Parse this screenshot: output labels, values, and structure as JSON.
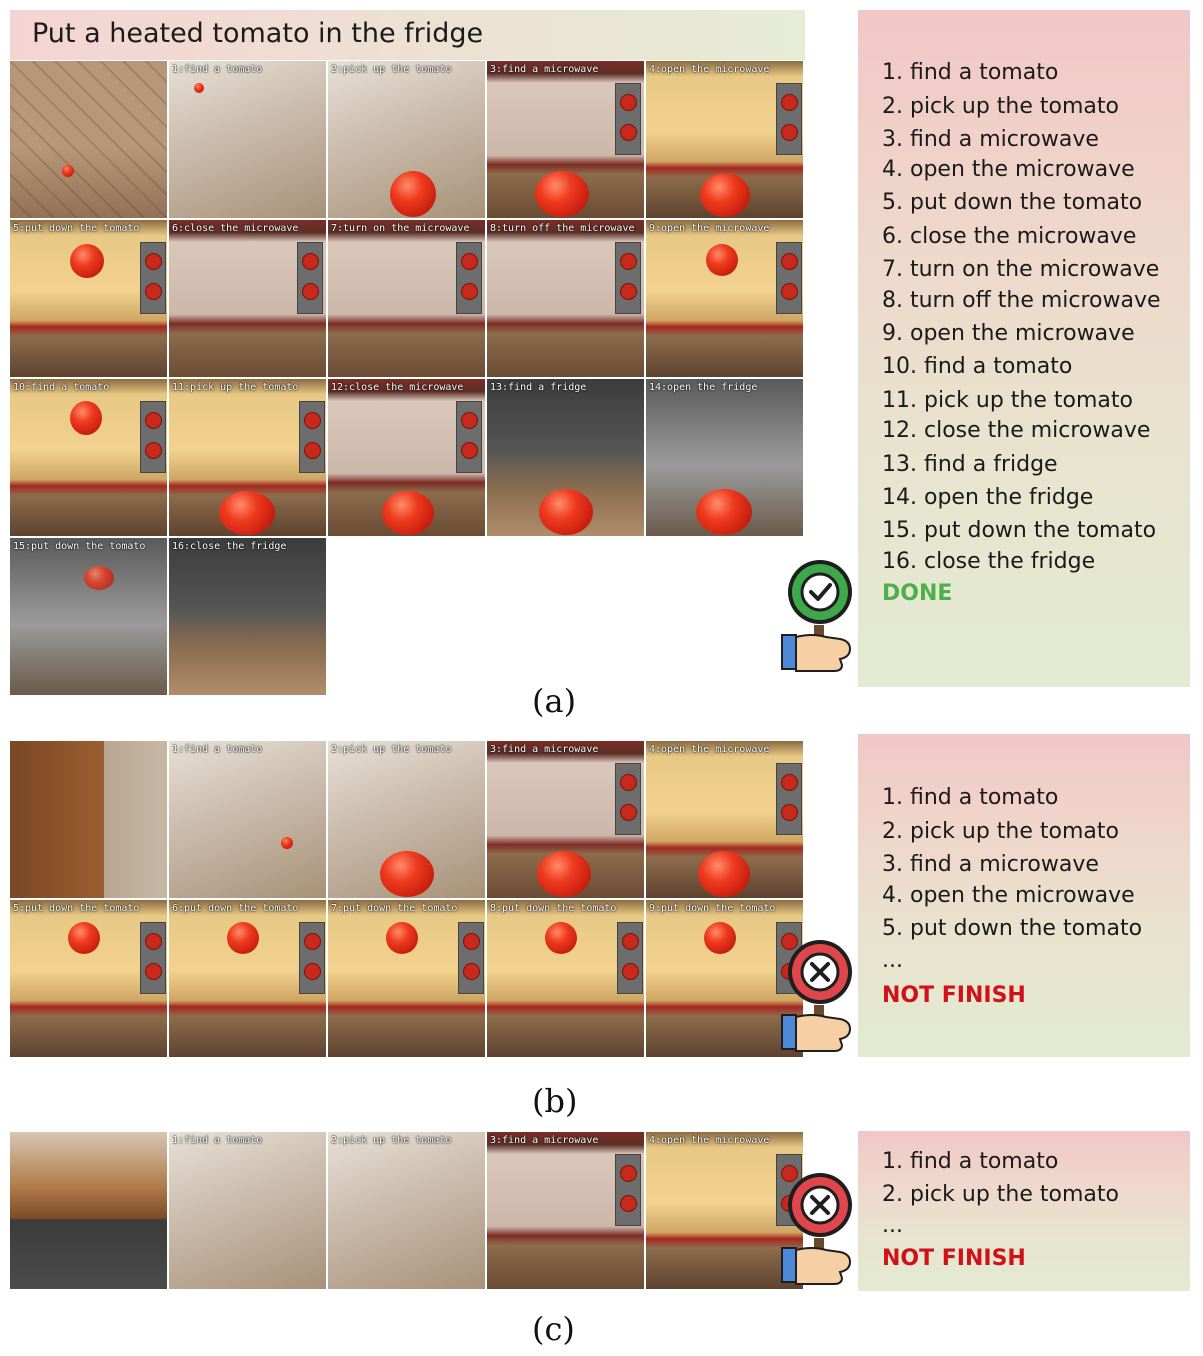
{
  "task_title": "Put a heated tomato in the fridge",
  "panels": [
    {
      "caption": "(a)",
      "frames": [
        "",
        "1:find a tomato",
        "2:pick up the tomato",
        "3:find a microwave",
        "4:open the microwave",
        "5:put down the tomato",
        "6:close the microwave",
        "7:turn on the microwave",
        "8:turn off the microwave",
        "9:open the microwave",
        "10:find a tomato",
        "11:pick up the tomato",
        "12:close the microwave",
        "13:find a fridge",
        "14:open the fridge",
        "15:put down the tomato",
        "16:close the fridge"
      ],
      "steps": [
        "1. find a tomato",
        "2. pick up the tomato",
        "3. find a microwave",
        "4. open the microwave",
        "5. put down the tomato",
        "6. close the microwave",
        "7. turn on the microwave",
        "8. turn off the microwave",
        "9. open the microwave",
        "10. find a tomato",
        "11. pick up the tomato",
        "12. close the microwave",
        "13. find a fridge",
        "14. open the fridge",
        "15. put down the tomato",
        "16. close the fridge"
      ],
      "status": "DONE",
      "badge": "check-icon"
    },
    {
      "caption": "(b)",
      "frames": [
        "",
        "1:find a tomato",
        "2:pick up the tomato",
        "3:find a microwave",
        "4:open the microwave",
        "5:put down the tomato",
        "6:put down the tomato",
        "7:put down the tomato",
        "8:put down the tomato",
        "9:put down the tomato"
      ],
      "steps": [
        "1. find a tomato",
        "2. pick up the tomato",
        "3. find a microwave",
        "4. open the microwave",
        "5. put down the tomato",
        "..."
      ],
      "status": "NOT FINISH",
      "badge": "cross-icon"
    },
    {
      "caption": "(c)",
      "frames": [
        "",
        "1:find a tomato",
        "2:pick up the tomato",
        "3:find a microwave",
        "4:open the microwave"
      ],
      "steps": [
        "1. find a tomato",
        "2. pick up the tomato",
        "..."
      ],
      "status": "NOT FINISH",
      "badge": "cross-icon"
    }
  ],
  "colors": {
    "done": "#4fae4c",
    "fail": "#d0111a",
    "check_badge": "#3ea84a",
    "cross_badge": "#e0474c"
  }
}
